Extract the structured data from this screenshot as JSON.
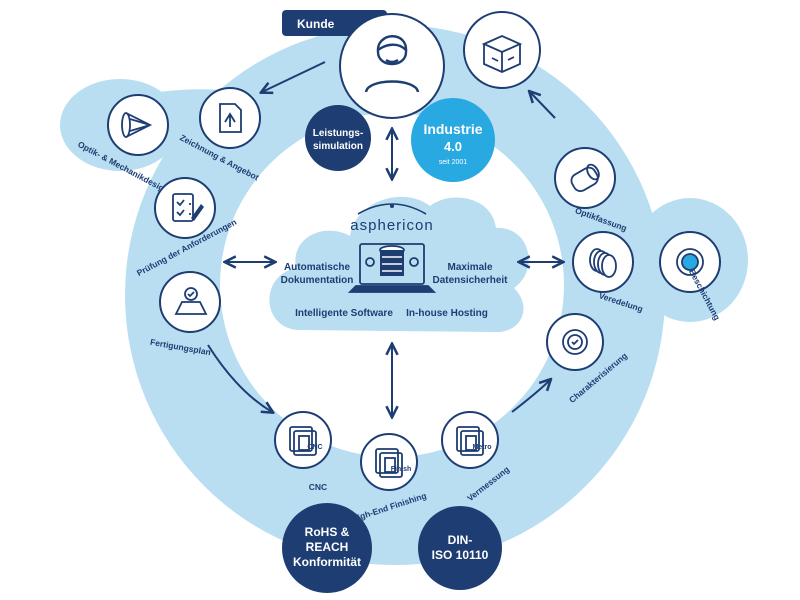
{
  "colors": {
    "navy": "#1d3d73",
    "ring": "#b9def2",
    "accent": "#29a9e1",
    "white": "#ffffff"
  },
  "customer": {
    "tag": "Kunde",
    "icon": "person-icon"
  },
  "badges": {
    "leistungssimulation": [
      "Leistungs-",
      "simulation"
    ],
    "industrie": {
      "title": "Industrie",
      "version": "4.0",
      "since": "seit 2001"
    },
    "rohs": [
      "RoHS &",
      "REACH",
      "Konformität"
    ],
    "din": [
      "DIN-",
      "ISO 10110"
    ]
  },
  "cloud": {
    "brand": "asphericon",
    "left_label": [
      "Automatische",
      "Dokumentation"
    ],
    "right_label": [
      "Maximale",
      "Datensicherheit"
    ],
    "bottom_left": "Intelligente Software",
    "bottom_right": "In-house Hosting"
  },
  "steps": [
    {
      "label": "Optik- & Mechanikdesign",
      "icon": "optics-design-icon"
    },
    {
      "label": "Zeichnung & Angebot",
      "icon": "drawing-icon"
    },
    {
      "label": "Prüfung der Anforderungen",
      "icon": "checklist-icon"
    },
    {
      "label": "Fertigungsplan",
      "icon": "production-plan-icon"
    },
    {
      "label": "CNC",
      "icon": "cnc-icon",
      "tag": "CNC"
    },
    {
      "label": "High-End Finishing",
      "icon": "finishing-icon",
      "tag": "Finish"
    },
    {
      "label": "Vermessung",
      "icon": "metrology-icon",
      "tag": "Metro"
    },
    {
      "label": "Charakterisierung",
      "icon": "characterization-icon"
    },
    {
      "label": "Veredelung",
      "icon": "lens-stack-icon"
    },
    {
      "label": "Beschichtung",
      "icon": "coating-icon"
    },
    {
      "label": "Optikfassung",
      "icon": "lens-mount-icon"
    },
    {
      "label": "",
      "icon": "package-icon"
    }
  ]
}
